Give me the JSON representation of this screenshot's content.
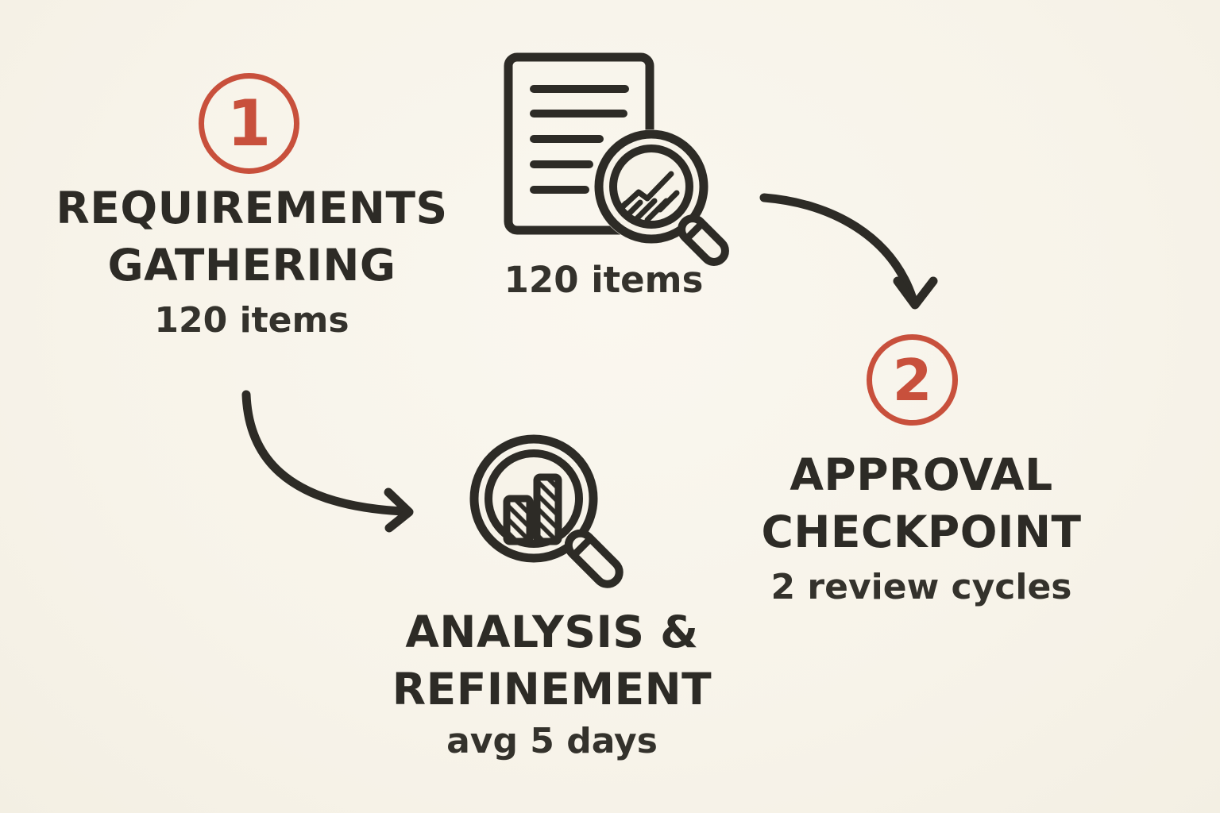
{
  "palette": {
    "background": "#f7f3e9",
    "ink": "#2d2b26",
    "accent_red": "#c8503c"
  },
  "steps": {
    "step1": {
      "number": "1",
      "title_line1": "REQUIREMENTS",
      "title_line2": "GATHERING",
      "metric": "120 items"
    },
    "step2": {
      "number": "2",
      "title_line1": "APPROVAL",
      "title_line2": "CHECKPOINT",
      "metric": "2 review cycles"
    },
    "step3": {
      "title_line1": "ANALYSIS &",
      "title_line2": "REFINEMENT",
      "metric": "avg 5 days"
    }
  },
  "annotations": {
    "document_caption": "120 items"
  },
  "icons": {
    "document": "document-with-text-lines-icon",
    "document_magnifier": "magnifier-trend-line-icon",
    "analysis_magnifier": "magnifier-bar-chart-icon",
    "arrow_to_step2": "curved-arrow-down-icon",
    "arrow_to_analysis": "curved-arrow-right-icon"
  }
}
